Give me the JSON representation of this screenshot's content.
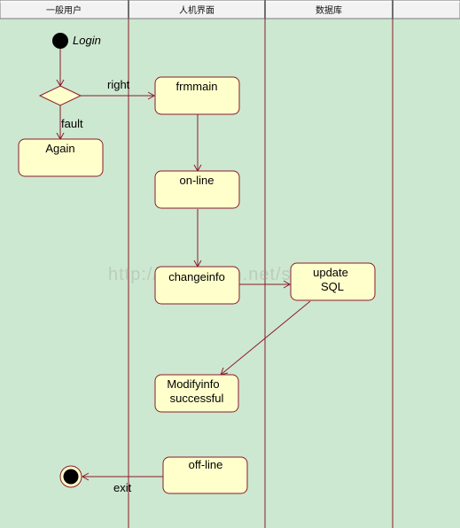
{
  "lanes": {
    "col1": "一般用户",
    "col2": "人机界面",
    "col3": "数据库",
    "col4": ""
  },
  "nodes": {
    "login": "Login",
    "frmmain": "frmmain",
    "again": "Again",
    "online": "on-line",
    "changeinfo": "changeinfo",
    "update_line1": "update",
    "update_line2": "SQL",
    "modify_line1": "Modifyinfo",
    "modify_line2": "successful",
    "offline": "off-line"
  },
  "edges": {
    "right": "right",
    "fault": "fault",
    "exit": "exit"
  },
  "watermark": "http://blog.csdn.net/sun2216",
  "colors": {
    "lane_bg": "#cde8d0",
    "header_bg": "#f2f2f2",
    "node_fill": "#ffffcc",
    "node_stroke": "#8b1a2a",
    "line": "#8b1a2a"
  }
}
